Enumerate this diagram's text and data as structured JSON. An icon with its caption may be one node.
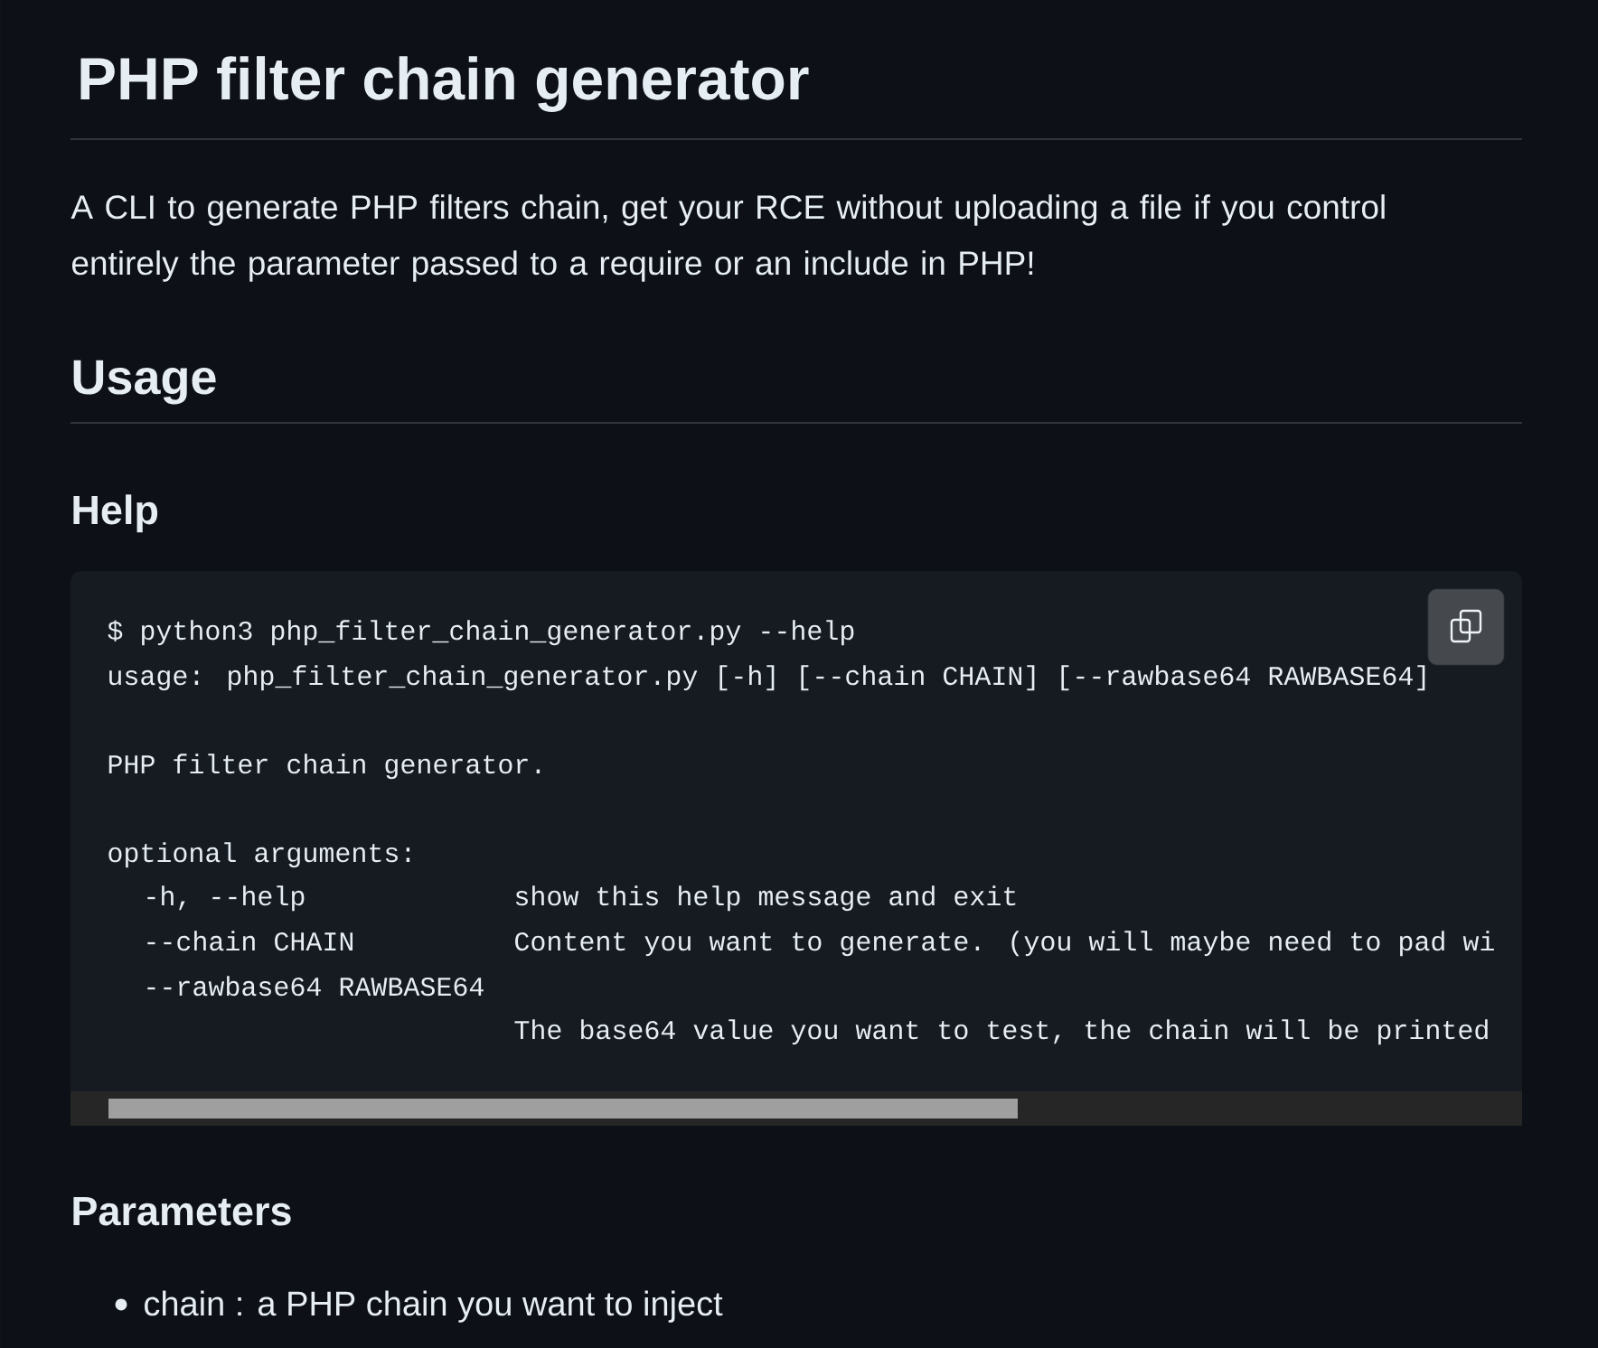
{
  "diagram": {
    "title": "PHP filter chain generator",
    "labels": [
      "A CLI to generate PHP filters chain, get your RCE without uploading a file if you control entirely the parameter passed to a require or an include in PHP!",
      "Usage",
      "Help",
      "$ python3 php_filter_chain_generator.py --help",
      "usage: php_filter_chain_generator.py [-h] [--chain CHAIN] [--rawbase64 RAWBASE64]",
      "PHP filter chain generator.",
      "optional arguments:",
      "-h, --help",
      "show this help message and exit",
      "--chain CHAIN",
      "Content you want to generate. (you will maybe need to pad wi",
      "--rawbase64 RAWBASE64",
      "The base64 value you want to test, the chain will be printed",
      "Parameters",
      "chain : a PHP chain you want to inject"
    ]
  }
}
